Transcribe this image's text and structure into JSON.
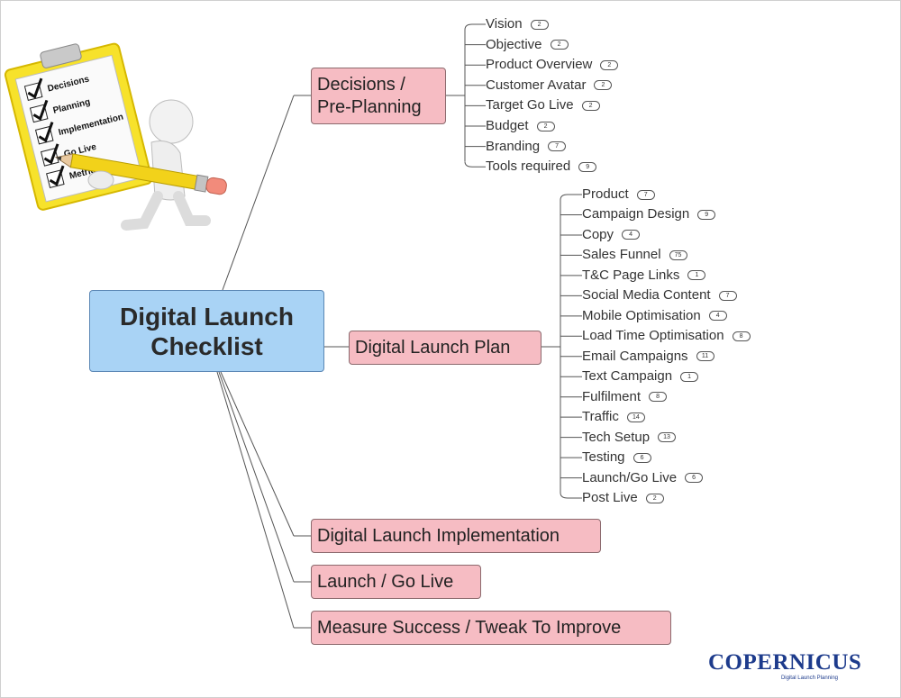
{
  "central": {
    "line1": "Digital Launch",
    "line2": "Checklist"
  },
  "branches": {
    "decisions": {
      "line1": "Decisions /",
      "line2": "Pre-Planning"
    },
    "plan": "Digital Launch Plan",
    "implementation": "Digital Launch Implementation",
    "golive": "Launch / Go Live",
    "measure": "Measure Success / Tweak To Improve"
  },
  "decisions_items": [
    {
      "label": "Vision",
      "count": "2"
    },
    {
      "label": "Objective",
      "count": "2"
    },
    {
      "label": "Product Overview",
      "count": "2"
    },
    {
      "label": "Customer Avatar",
      "count": "2"
    },
    {
      "label": "Target Go Live",
      "count": "2"
    },
    {
      "label": "Budget",
      "count": "2"
    },
    {
      "label": "Branding",
      "count": "7"
    },
    {
      "label": "Tools required",
      "count": "9"
    }
  ],
  "plan_items": [
    {
      "label": "Product",
      "count": "7"
    },
    {
      "label": "Campaign Design",
      "count": "9"
    },
    {
      "label": "Copy",
      "count": "4"
    },
    {
      "label": "Sales Funnel",
      "count": "75"
    },
    {
      "label": "T&C Page Links",
      "count": "1"
    },
    {
      "label": "Social Media Content",
      "count": "7"
    },
    {
      "label": "Mobile Optimisation",
      "count": "4"
    },
    {
      "label": "Load Time Optimisation",
      "count": "8"
    },
    {
      "label": "Email Campaigns",
      "count": "11"
    },
    {
      "label": "Text Campaign",
      "count": "1"
    },
    {
      "label": "Fulfilment",
      "count": "8"
    },
    {
      "label": "Traffic",
      "count": "14"
    },
    {
      "label": "Tech Setup",
      "count": "13"
    },
    {
      "label": "Testing",
      "count": "6"
    },
    {
      "label": "Launch/Go Live",
      "count": "6"
    },
    {
      "label": "Post Live",
      "count": "2"
    }
  ],
  "clipboard": {
    "items": [
      "Decisions",
      "Planning",
      "Implementation",
      "Go Live",
      "Metrics"
    ]
  },
  "logo": {
    "word": "COPERNICUS",
    "tagline": "Digital Launch Planning"
  },
  "colors": {
    "central_fill": "#a9d3f5",
    "branch_fill": "#f6bcc3",
    "line": "#555555",
    "logo": "#1d3b8c"
  }
}
